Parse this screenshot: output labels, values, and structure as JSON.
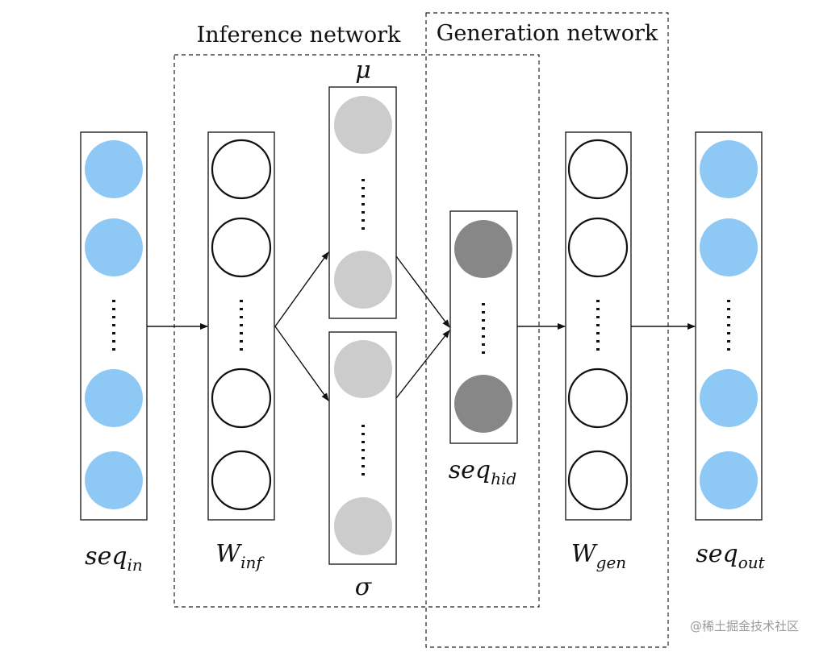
{
  "regions": {
    "inference": {
      "label": "Inference network"
    },
    "generation": {
      "label": "Generation network"
    }
  },
  "layers": {
    "seq_in": {
      "label_main": "seq",
      "label_sub": "in",
      "node_color": "#8ec8f5"
    },
    "w_inf": {
      "label_main": "W",
      "label_sub": "inf",
      "node_color": "#ffffff"
    },
    "mu": {
      "label_main": "μ",
      "node_color": "#cccccc"
    },
    "sigma": {
      "label_main": "σ",
      "node_color": "#cccccc"
    },
    "seq_hid": {
      "label_main": "seq",
      "label_sub": "hid",
      "node_color": "#878787"
    },
    "w_gen": {
      "label_main": "W",
      "label_sub": "gen",
      "node_color": "#ffffff"
    },
    "seq_out": {
      "label_main": "seq",
      "label_sub": "out",
      "node_color": "#8ec8f5"
    }
  },
  "watermark": "@稀土掘金技术社区"
}
